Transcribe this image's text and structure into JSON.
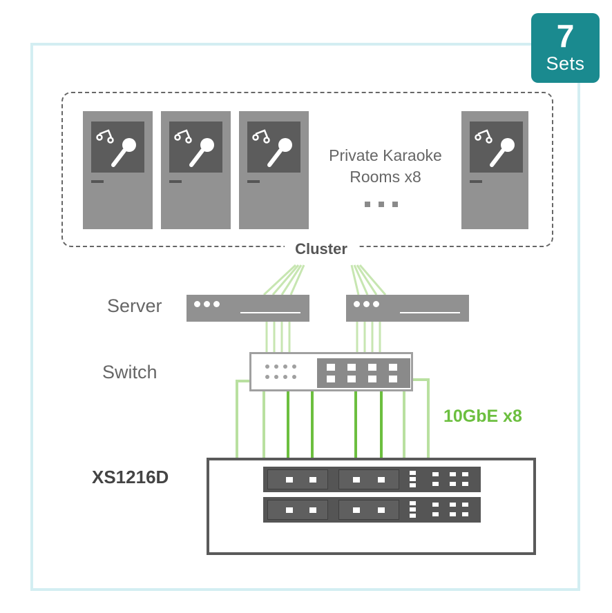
{
  "badge": {
    "number": "7",
    "unit": "Sets"
  },
  "cluster": {
    "label": "Cluster",
    "rooms_title_line1": "Private Karaoke",
    "rooms_title_line2": "Rooms x8"
  },
  "labels": {
    "server": "Server",
    "switch": "Switch",
    "nas_model": "XS1216D",
    "link_speed": "10GbE x8"
  },
  "colors": {
    "frame": "#d3eef2",
    "badge": "#1a8a8f",
    "device_gray": "#929292",
    "link_bright": "#6cbf3f",
    "link_light": "#b9e0a0"
  },
  "icons": [
    "music-note-icon",
    "microphone-icon"
  ]
}
